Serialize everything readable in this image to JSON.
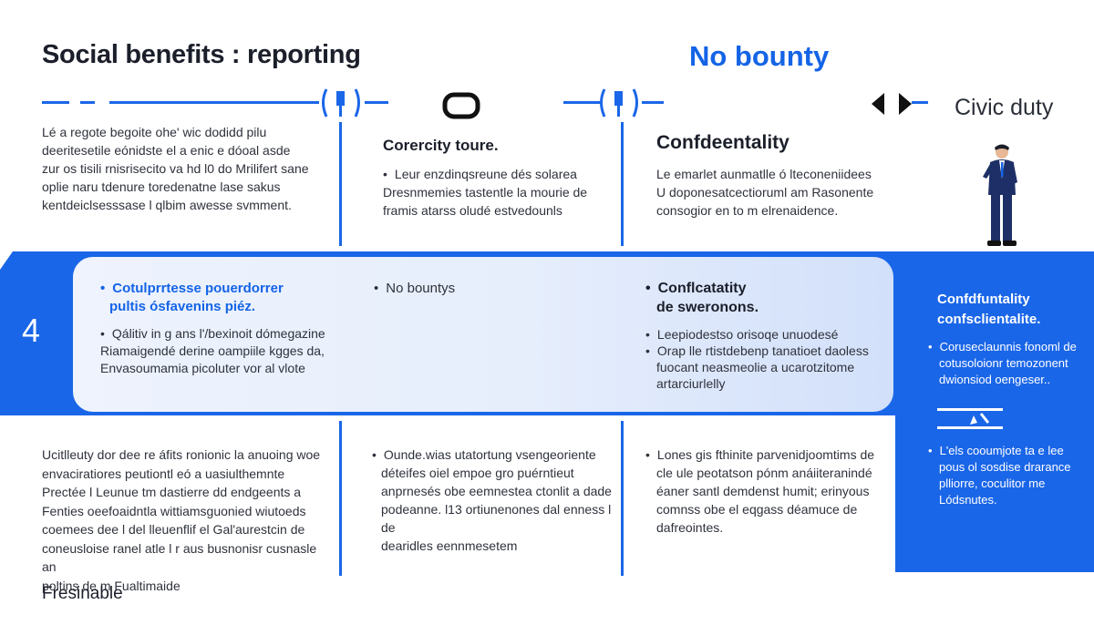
{
  "header": {
    "title_left": "Social benefits : reporting",
    "title_right": "No bounty",
    "civic": "Civic duty"
  },
  "top": {
    "col1_lines": [
      "Lé a regote begoite ohe' wic dodidd pilu",
      "deeritesetile eónidste el a enic e dóoal asde",
      "zur os tisili rnisrisecito va hd l0 do Mrilifert sane",
      "oplie naru tdenure toredenatne lase sakus",
      "kentdeiclsesssase l qlbim awesse svmment."
    ],
    "col2_heading": "Corercity toure.",
    "col2_lines": [
      "Leur enzdinqsreune dés solarea",
      "Dresnmemies tastentle la mourie de",
      "framis atarss oludé estvedounls"
    ],
    "col3_heading": "Confdeentality",
    "col3_lines": [
      "Le emarlet aunmatlle ó lteconeniidees",
      "U doponesatcectioruml am Rasonente",
      "consogior en to m elrenaidence."
    ]
  },
  "band": {
    "number": "4",
    "col1_head_lines": [
      "Cotulprrtesse pouerdorrer",
      "pultis ósfavenins piéz."
    ],
    "col1_lines": [
      "Qálitiv in g ans l'/bexinoit dómegazine",
      "Riamaigendé derine oampiile kgges da,",
      "Envasoumamia picoluter vor al vlote"
    ],
    "col2_head": "No bountys",
    "col3_head_lines": [
      "Conflcatatity",
      "de sweronons."
    ],
    "col3_lines": [
      "Leepiodestso orisoqe unuodesé",
      "Orap lle rtistdebenp tanatioet daoless",
      "fuocant neasmeolie a ucarotzitome",
      "artarciurlelly"
    ],
    "panel_head_lines": [
      "Confdfuntality",
      "confsclientalite."
    ],
    "panel_lines1": [
      "Coruseclaunnis fonoml de",
      "cotusoloionr temozonent",
      "dwionsiod oengeser.."
    ],
    "panel_lines2": [
      "L'els cooumjote ta e lee",
      "pous ol sosdise drarance",
      "plliorre, coculitor me",
      "Lódsnutes."
    ]
  },
  "bottom": {
    "col1_lines": [
      "Ucitlleuty dor dee re áfits ronionic la anuoing woe",
      "envaciratiores peutiontl eó a uasiulthemnte",
      "Prectée l Leunue tm dastierre dd endgeents a",
      "Fenties oeefoaidntla wittiamsguonied wiutoeds",
      "coemees dee l del lleuenflif el Gal'aurestcin de",
      "coneusloise ranel atle l r aus busnonisr cusnasle an",
      "poltins de m Fualtimaide"
    ],
    "col2_lines": [
      "Ounde.wias utatortung vsengeoriente",
      "déteifes oiel empoe gro puérntieut",
      "anprnesés obe eemnestea ctonlit a dade",
      "podeanne. l13 ortiunenones dal enness l de",
      "dearidles eennmesetem"
    ],
    "col3_lines": [
      "Lones gis fthinite parvenidjoomtims de",
      "cle ule peotatson pónm anáiiteranindé",
      "éaner santl demdenst humit; erinyous",
      "comnss obe el eqgass déamuce de",
      "dafreointes."
    ],
    "footer": "Fresinable"
  },
  "colors": {
    "accent": "#1a66e8",
    "title_blue": "#1464e6"
  },
  "icons": [
    "bracket-bar-icon",
    "rounded-rect-icon",
    "double-arrow-icon",
    "person-icon",
    "card-chevron-icon"
  ]
}
